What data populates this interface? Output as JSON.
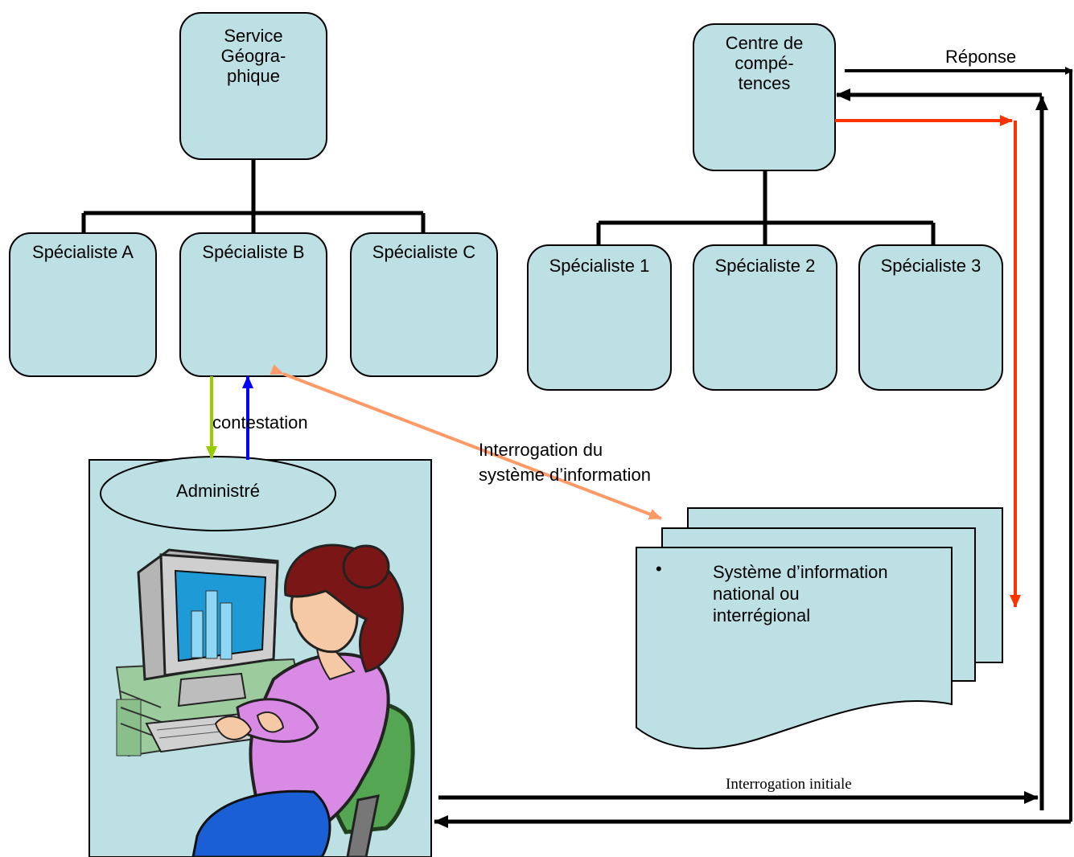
{
  "diagram": {
    "left_org": {
      "head": {
        "lines": [
          "Service",
          "Géogra-",
          "phique"
        ]
      },
      "specialists": [
        "Spécialiste A",
        "Spécialiste B",
        "Spécialiste C"
      ]
    },
    "right_org": {
      "head": {
        "lines": [
          "Centre de",
          "compé-",
          "tences"
        ]
      },
      "specialists": [
        "Spécialiste 1",
        "Spécialiste 2",
        "Spécialiste 3"
      ]
    },
    "administre": {
      "label": "Administré"
    },
    "info_system": {
      "bullet": "•",
      "lines": [
        "Système d’information",
        "national ou",
        "interrégional"
      ]
    },
    "labels": {
      "contestation": "contestation",
      "interrogation_si": [
        "Interrogation du",
        "système d’information"
      ],
      "reponse": "Réponse",
      "interrogation_initiale": "Interrogation initiale"
    },
    "colors": {
      "box_fill": "#BCE0E4",
      "ink": "#000000",
      "green_arrow": "#99CC00",
      "blue_arrow": "#0000FF",
      "orange_arrow": "#FF9966",
      "red_arrow": "#FF3300"
    },
    "illustration": "woman-at-computer-clipart"
  }
}
